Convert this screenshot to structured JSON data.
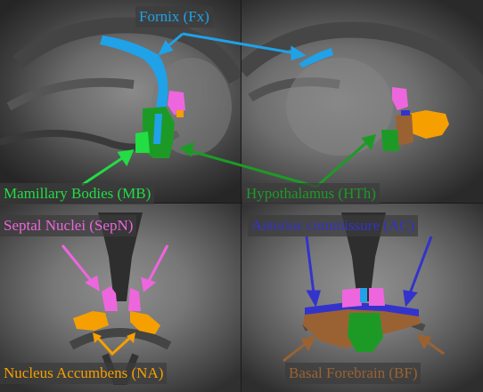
{
  "labels": {
    "fornix": "Fornix (Fx)",
    "mamillary": "Mamillary  Bodies (MB)",
    "hypothalamus": "Hypothalamus  (HTh)",
    "septal": "Septal  Nuclei (SepN)",
    "anterior_commissure": "Anterior  commissure (AC)",
    "nucleus_accumbens": "Nucleus  Accumbens  (NA)",
    "basal_forebrain": "Basal Forebrain  (BF)"
  },
  "colors": {
    "fornix": "#1fa2e8",
    "mamillary": "#22dd44",
    "hypothalamus": "#1d9a26",
    "septal": "#ee66dd",
    "anterior_commissure": "#3333cc",
    "nucleus_accumbens": "#f5a000",
    "basal_forebrain": "#9a6233"
  }
}
